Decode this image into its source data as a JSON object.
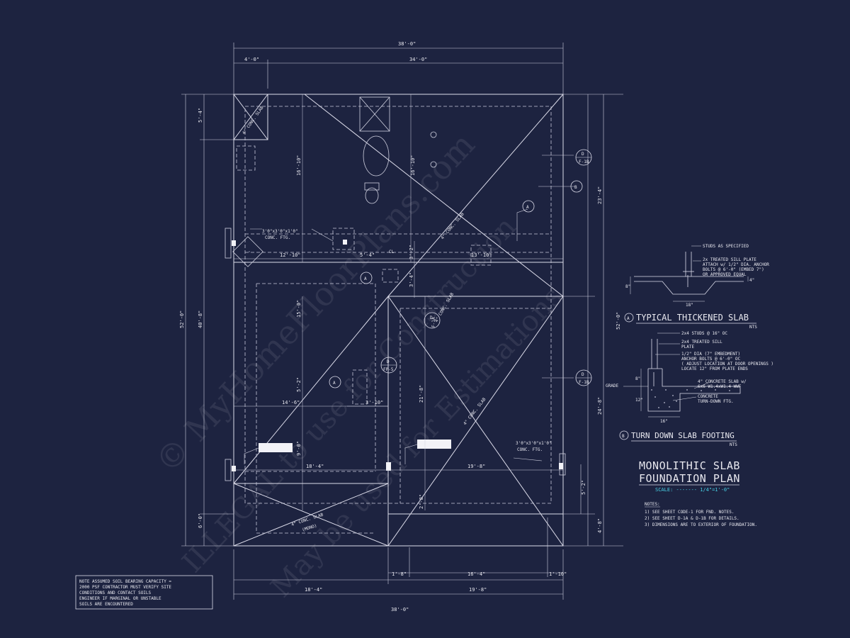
{
  "plan": {
    "title_line1": "MONOLITHIC SLAB",
    "title_line2": "FOUNDATION PLAN",
    "scale_label": "SCALE: ------- 1/4\"=1'-0\""
  },
  "dims": {
    "overall_top": "38'-0\"",
    "top_left": "4'-0\"",
    "top_right": "34'-0\"",
    "overall_bottom": "38'-0\"",
    "bottom_left": "18'-4\"",
    "bottom_right": "19'-8\"",
    "bottom_a": "1'-8\"",
    "bottom_b": "16'-4\"",
    "bottom_c": "1'-10\"",
    "left_overall": "52'-0\"",
    "left_a": "5'-4\"",
    "left_b": "40'-8\"",
    "left_c": "6'-0\"",
    "right_overall": "52'-0\"",
    "right_a": "23'-4\"",
    "right_b": "24'-8\"",
    "right_c": "4'-8\"",
    "int_16a": "16'-10\"",
    "int_16b": "16'-10\"",
    "int_12": "12'-10\"",
    "int_5": "5'-4\"",
    "int_13": "13'-10\"",
    "int_3a": "3'-2\"",
    "int_3b": "3'-4\"",
    "int_15": "15'-0\"",
    "int_14": "14'-6\"",
    "int_3c": "3'-10\"",
    "int_5b": "5'-2\"",
    "int_21": "21'-8\"",
    "int_9": "9'-0\"",
    "int_18": "18'-4\"",
    "int_19": "19'-8\"",
    "int_5c": "5'-2\"",
    "int_2": "2'-8\""
  },
  "labels": {
    "conc_ftg_1": "3'0\"x3'0\"x1'0\"",
    "conc_ftg_1b": "CONC. FTG.",
    "conc_ftg_2": "3'0\"x3'0\"x1'0\"",
    "conc_ftg_2b": "CONC. FTG.",
    "slab_1": "4\" CONC. SLAB",
    "slab_2": "4\" CONC. SLAB",
    "slab_3": "4\" CONC. SLAB",
    "slab_4": "4\" CONC. SLAB",
    "slab_5": "4\" CONC. SLAB",
    "mono": "(MONO)",
    "cl": "CL"
  },
  "callouts": {
    "d_f1b": "F-1B",
    "b_ref": "B",
    "a_ref_1": "A",
    "a_ref_2": "A",
    "a_ref_3": "A",
    "d_f1a": "F-1A",
    "d_fp5": "FP-5",
    "d_f1b2": "F-1B",
    "d_letter": "D"
  },
  "detail_a": {
    "label_letter": "A",
    "title": "TYPICAL THICKENED SLAB",
    "nts": "NTS",
    "n1": "STUDS AS SPECIFIED",
    "n2": "2x TREATED SILL PLATE",
    "n3": "ATTACH w/ 1/2\" DIA. ANCHOR",
    "n4": "BOLTS @ 6'-0\" (EMBED 7\")",
    "n5": "OR APPROVED EQUAL",
    "d1": "8\"",
    "d2": "18\"",
    "d3": "4\""
  },
  "detail_b": {
    "label_letter": "B",
    "title": "TURN DOWN SLAB FOOTING",
    "nts": "NTS",
    "n1": "2x4 STUDS @ 16\" OC",
    "n2": "2x4 TREATED SILL",
    "n3": "PLATE",
    "n4": "1/2\" DIA (7\" EMBEDMENT)",
    "n5": "ANCHOR BOLTS @ 6'-0\" OC",
    "n6": "( ADJUST LOCATION AT DOOR OPENINGS )",
    "n7": "LOCATE 12\" FROM PLATE ENDS",
    "n8": "4\" CONCRETE SLAB w/",
    "n9": "6x6 W1.4xW1.4 WWF",
    "n10": "CONCRETE",
    "n11": "TURN-DOWN FTG.",
    "grade": "GRADE",
    "d1": "8\"",
    "d2": "12\"",
    "d3": "16\""
  },
  "notes": {
    "heading": "NOTES:",
    "n1": "1)  SEE SHEET CODE-1 FOR FND. NOTES.",
    "n2": "2)  SEE SHEET D-1A & D-1B FOR DETAILS.",
    "n3": "3)  DIMENSIONS ARE TO EXTERIOR OF FOUNDATION."
  },
  "soil_note": {
    "l1": "NOTE ASSUMED SOIL BEARING CAPACITY =",
    "l2": "2000 PSF CONTRACTOR MUST VERIFY SITE",
    "l3": "CONDITIONS AND CONTACT SOILS",
    "l4": "ENGINEER IF MARGINAL OR UNSTABLE",
    "l5": "SOILS ARE ENCOUNTERED"
  },
  "watermark": {
    "line1": "© MyHomeFloorPlans.com",
    "line2": "ILLEGAL to use for Construction",
    "line3": "May be used for Estimations"
  },
  "colors": {
    "background": "#1d2340",
    "lines": "#d8d8e6",
    "scale_text": "#49d2e6"
  }
}
